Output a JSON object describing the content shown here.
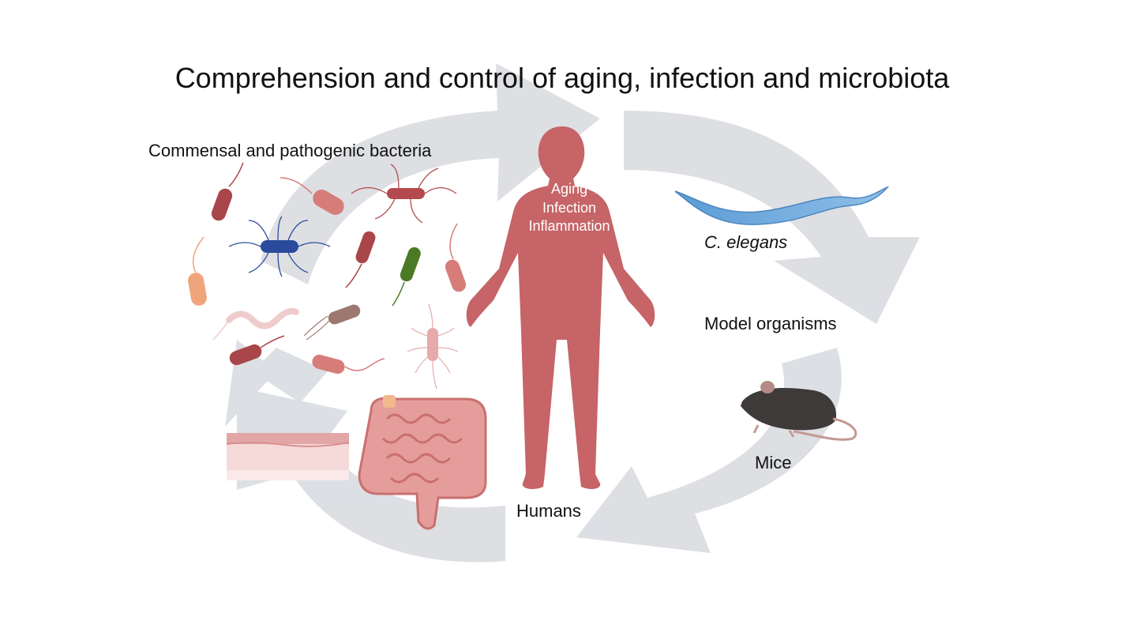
{
  "title": "Comprehension and control of aging, infection and microbiota",
  "labels": {
    "bacteria": "Commensal and pathogenic bacteria",
    "celegans": "C. elegans",
    "model_organisms": "Model organisms",
    "mice": "Mice",
    "humans": "Humans"
  },
  "body_text": [
    "Aging",
    "Infection",
    "Inflammation"
  ],
  "colors": {
    "cycle_arrow": "#d9dce0",
    "human_body": "#c66467",
    "worm": "#6fa9dc",
    "mouse": "#3e3a3a",
    "intestine": "#e29a9a",
    "skin": "#f3c9c9"
  },
  "icons": [
    "cycle-arrow-icon",
    "human-body-icon",
    "worm-icon",
    "mouse-icon",
    "intestine-icon",
    "skin-tissue-icon",
    "bacterium-icon"
  ]
}
